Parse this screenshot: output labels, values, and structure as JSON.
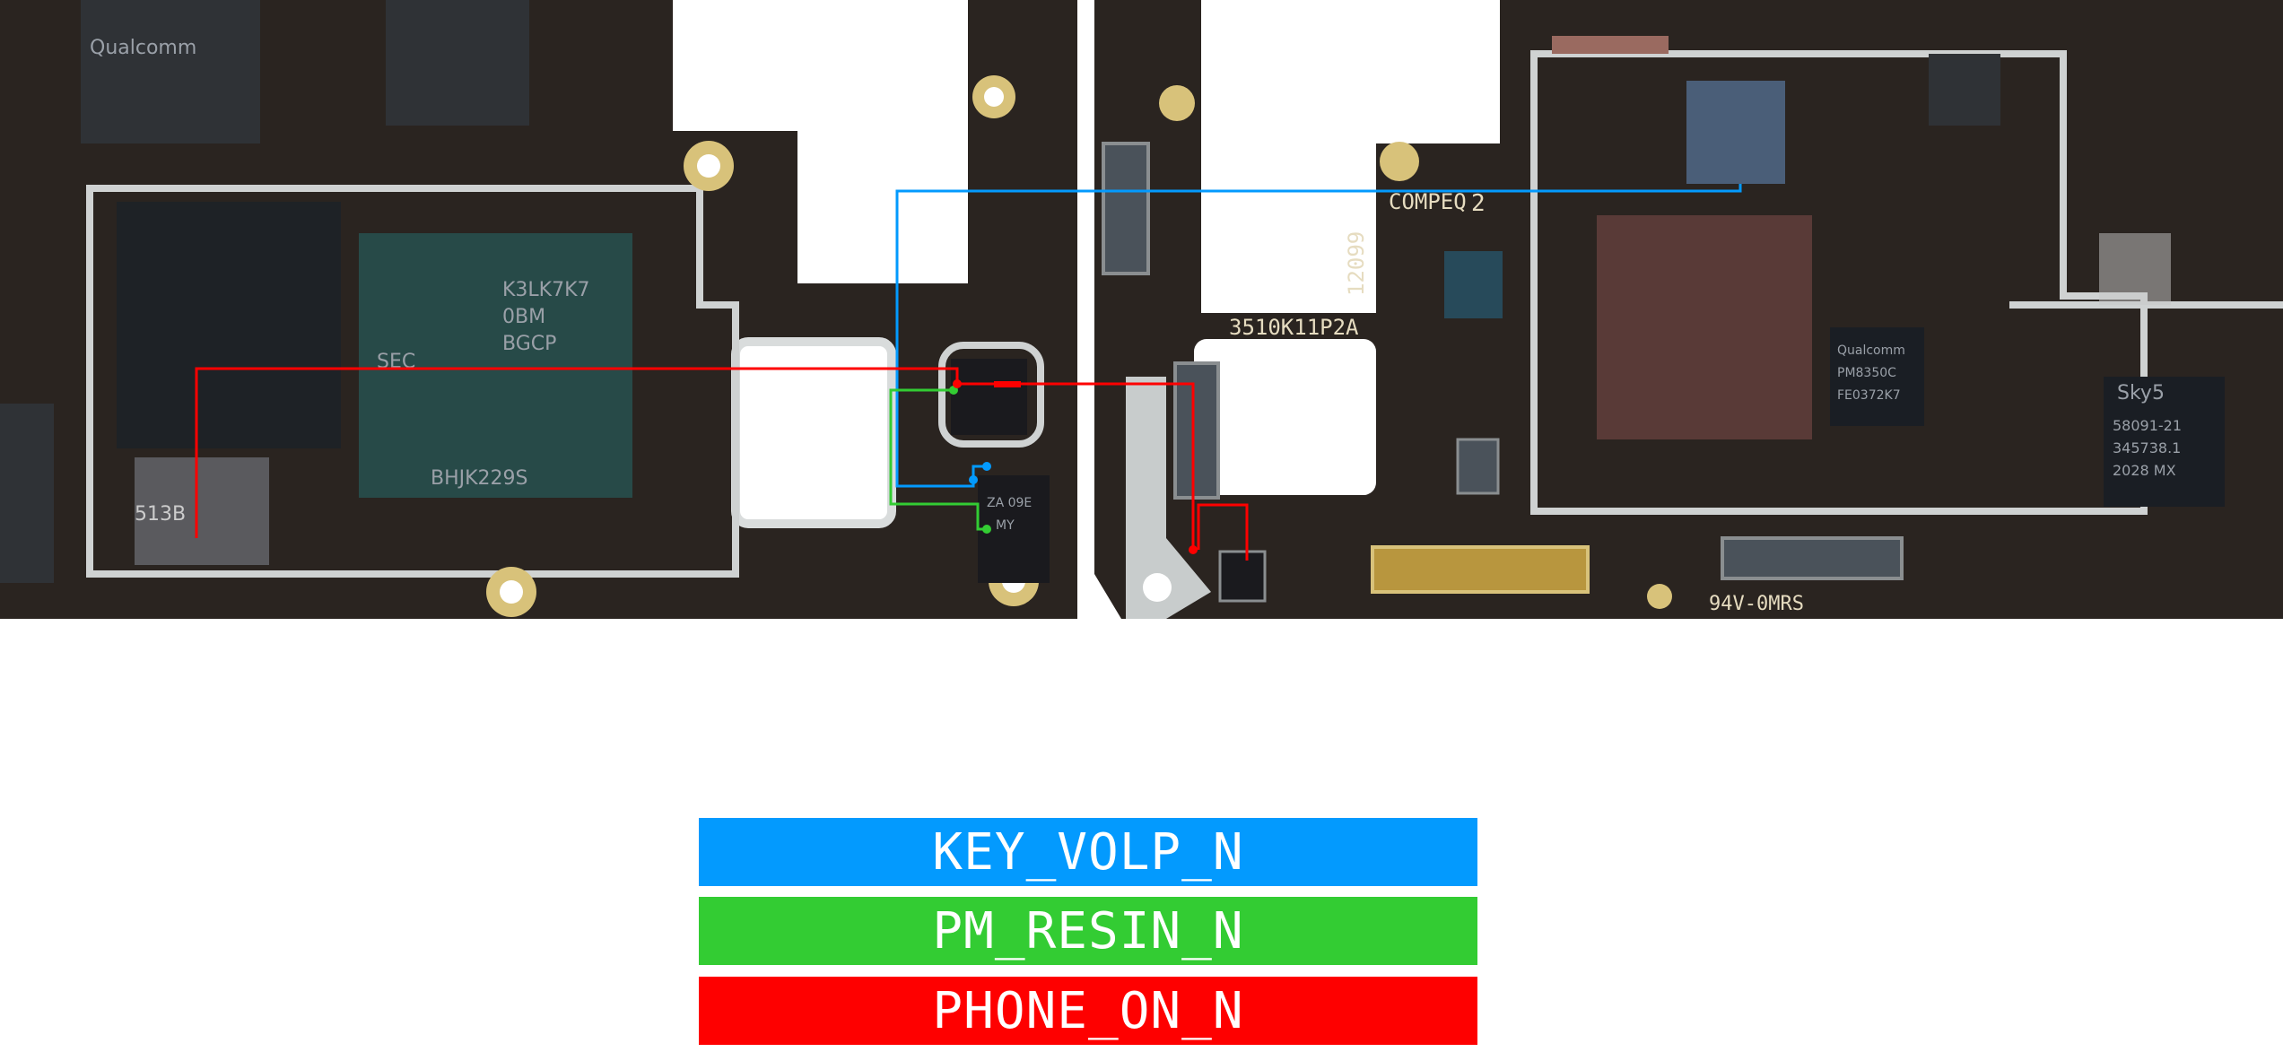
{
  "legend": [
    {
      "label": "KEY_VOLP_N",
      "color": "#039afe"
    },
    {
      "label": "PM_RESIN_N",
      "color": "#33cc33"
    },
    {
      "label": "PHONE_ON_N",
      "color": "#fe0000"
    }
  ],
  "board_markings": {
    "compeq": "COMPEQ",
    "compeq_suffix": "2",
    "part_number": "3510K11P2A",
    "code": "12099",
    "rating": "94V-0MRS",
    "mem_line1": "K3LK7K7",
    "mem_line2": "0BM",
    "mem_line3": "BGCP",
    "mem_brand": "SEC",
    "mem_bottom": "BHJK229S",
    "qualcomm1": "Qualcomm",
    "sky": "Sky5",
    "sky_line2": "58091-21",
    "sky_line3": "345738.1",
    "sky_line4": "2028 MX",
    "pmic1": "Qualcomm",
    "pmic2": "PM8350C",
    "pmic3": "FE0372K7",
    "switch_mark": "ZA 09E",
    "switch_mark2": "MY",
    "ufs": "513B"
  },
  "colors": {
    "pcb": "#2a2420",
    "gold": "#d8c27a",
    "silver": "#c8cccc"
  }
}
